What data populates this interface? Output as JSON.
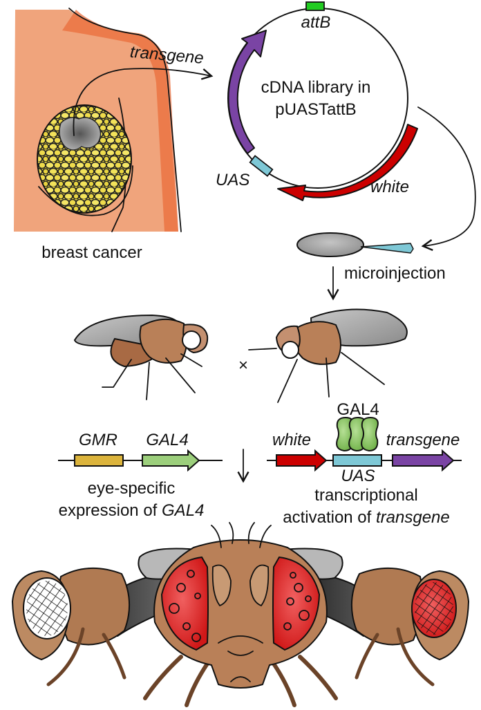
{
  "figure": {
    "title": "Drosophila eye-specific screen of breast cancer cDNA library",
    "colors": {
      "skin": "#f0a47c",
      "skin_shadow": "#e8561c",
      "tumor_yellow": "#ecd640",
      "tumor_core": "#8a8a8a",
      "attB": "#22cc22",
      "transgene": "#7a44a4",
      "white_gene": "#cc0000",
      "uas": "#7ec8d6",
      "gmr": "#dcb43c",
      "gal4": "#9ccf7c",
      "gal4_protein": "#86c45a",
      "fly_body": "#b07a52",
      "fly_wing": "#a0a0a0",
      "eye_red": "#dd2424",
      "embryo": "#a8a8a8",
      "needle": "#7ec8d6"
    }
  },
  "panel_source": {
    "label": "breast cancer",
    "arrow_label": "transgene"
  },
  "plasmid": {
    "center_label_line1": "cDNA library in",
    "center_label_line2": "pUASTattB",
    "features": [
      {
        "name": "attB",
        "type": "site"
      },
      {
        "name": "transgene",
        "type": "insert"
      },
      {
        "name": "UAS",
        "type": "promoter"
      },
      {
        "name": "white",
        "type": "marker"
      }
    ]
  },
  "injection": {
    "label": "microinjection"
  },
  "cross": {
    "symbol": "×"
  },
  "constructs": {
    "left": {
      "genes": [
        "GMR",
        "GAL4"
      ],
      "caption_line1": "eye-specific",
      "caption_line2_prefix": "expression of ",
      "caption_line2_italic": "GAL4"
    },
    "right": {
      "protein": "GAL4",
      "genes": [
        "white",
        "UAS",
        "transgene"
      ],
      "caption_line1": "transcriptional",
      "caption_line2_prefix": "activation of ",
      "caption_line2_italic": "transgene"
    }
  },
  "result": {
    "flies": [
      {
        "name": "left-profile-fly",
        "eye": "white"
      },
      {
        "name": "frontal-fly",
        "eye": "rough-red"
      },
      {
        "name": "right-profile-fly",
        "eye": "red"
      }
    ]
  }
}
